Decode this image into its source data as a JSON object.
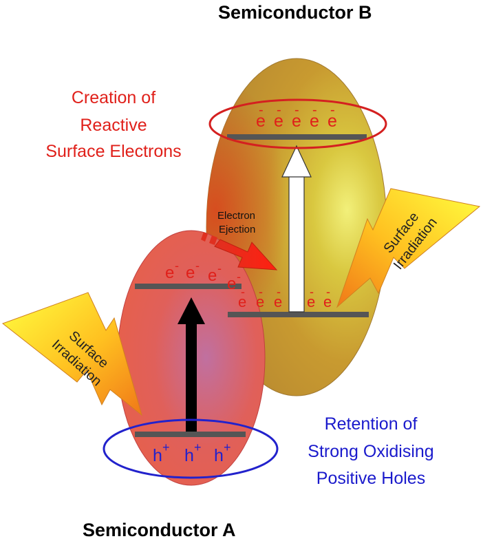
{
  "titles": {
    "semiconductor_b": "Semiconductor B",
    "semiconductor_a": "Semiconductor A"
  },
  "annotations": {
    "creation_line1": "Creation of",
    "creation_line2": "Reactive",
    "creation_line3": "Surface Electrons",
    "retention_line1": "Retention of",
    "retention_line2": "Strong Oxidising",
    "retention_line3": "Positive Holes",
    "ejection_line1": "Electron",
    "ejection_line2": "Ejection"
  },
  "irradiation": {
    "line1": "Surface",
    "line2": "Irradiation"
  },
  "charges": {
    "electron": "e",
    "electron_sign": "-",
    "hole": "h",
    "hole_sign": "+"
  },
  "colors": {
    "electron_text": "#e0201a",
    "hole_text": "#2222cc",
    "red_ellipse": "#d42020",
    "blue_ellipse": "#2222cc",
    "annotation_red": "#e0201a",
    "annotation_blue": "#1a1acc"
  }
}
